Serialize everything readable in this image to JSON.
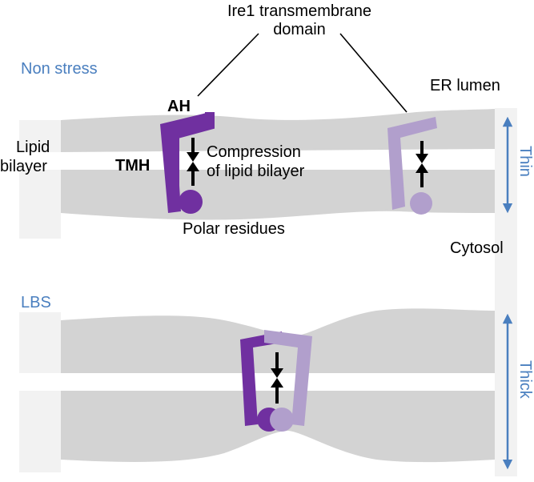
{
  "labels": {
    "title_line1": "Ire1 transmembrane",
    "title_line2": "domain",
    "non_stress": "Non stress",
    "lbs": "LBS",
    "er_lumen": "ER lumen",
    "cytosol": "Cytosol",
    "lipid": "Lipid",
    "bilayer": "bilayer",
    "ah": "AH",
    "tmh": "TMH",
    "compression_line1": "Compression",
    "compression_line2": "of lipid bilayer",
    "polar_residues": "Polar residues",
    "thin": "Thin",
    "thick": "Thick"
  },
  "colors": {
    "membrane": "#d3d3d3",
    "background_strip": "#f2f2f2",
    "ire1_dark": "#7030a0",
    "ire1_light": "#b19fcc",
    "accent_blue": "#4a7fbf",
    "arrow": "#000000"
  }
}
